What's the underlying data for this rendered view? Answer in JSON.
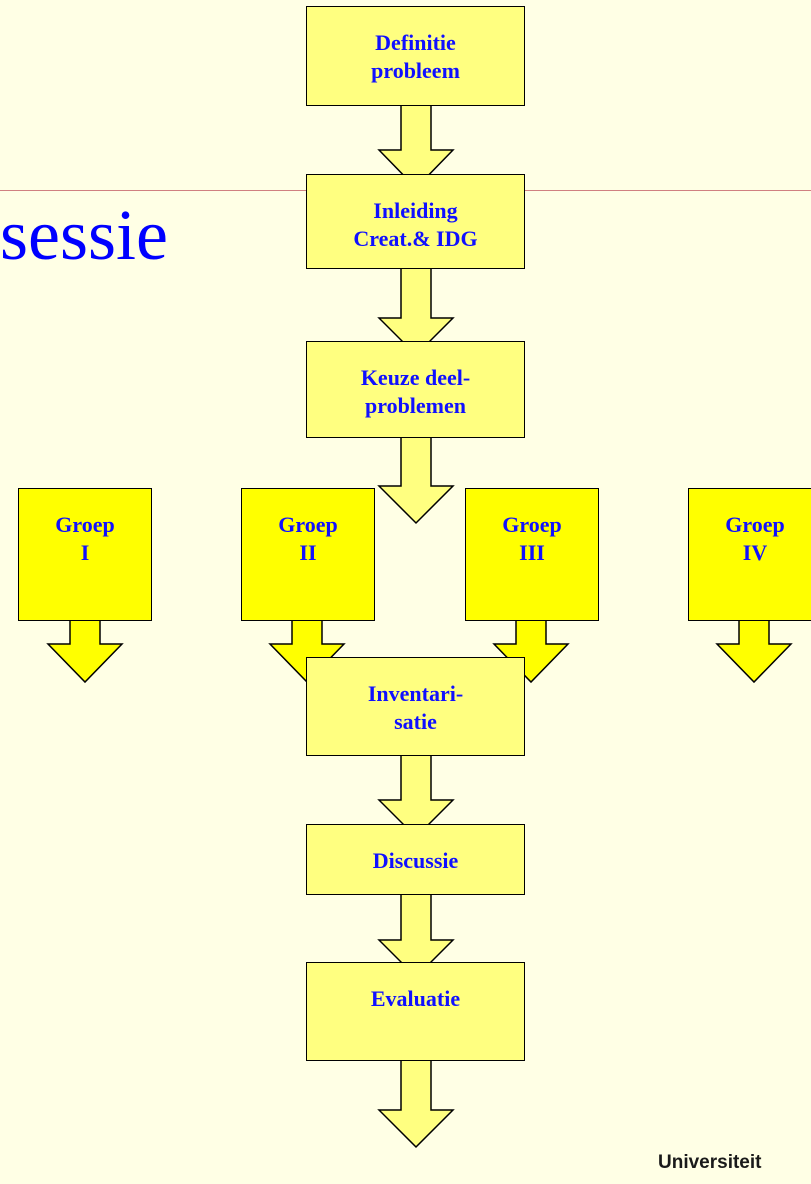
{
  "title": "sessie",
  "steps": {
    "definitie": [
      "Definitie",
      "probleem"
    ],
    "inleiding": [
      "Inleiding",
      "Creat.& IDG"
    ],
    "keuze": [
      "Keuze deel-",
      "problemen"
    ],
    "inventarisatie": [
      "Inventari-",
      "satie"
    ],
    "discussie": [
      "Discussie"
    ],
    "evaluatie": [
      "Evaluatie"
    ]
  },
  "groups": [
    [
      "Groep",
      "I"
    ],
    [
      "Groep",
      "II"
    ],
    [
      "Groep",
      "III"
    ],
    [
      "Groep",
      "IV"
    ]
  ],
  "logo": "Universiteit",
  "colors": {
    "background": "#ffffe5",
    "box": "#ffff80",
    "group_box": "#ffff00",
    "text": "#1010ff",
    "title": "#0000ff"
  }
}
